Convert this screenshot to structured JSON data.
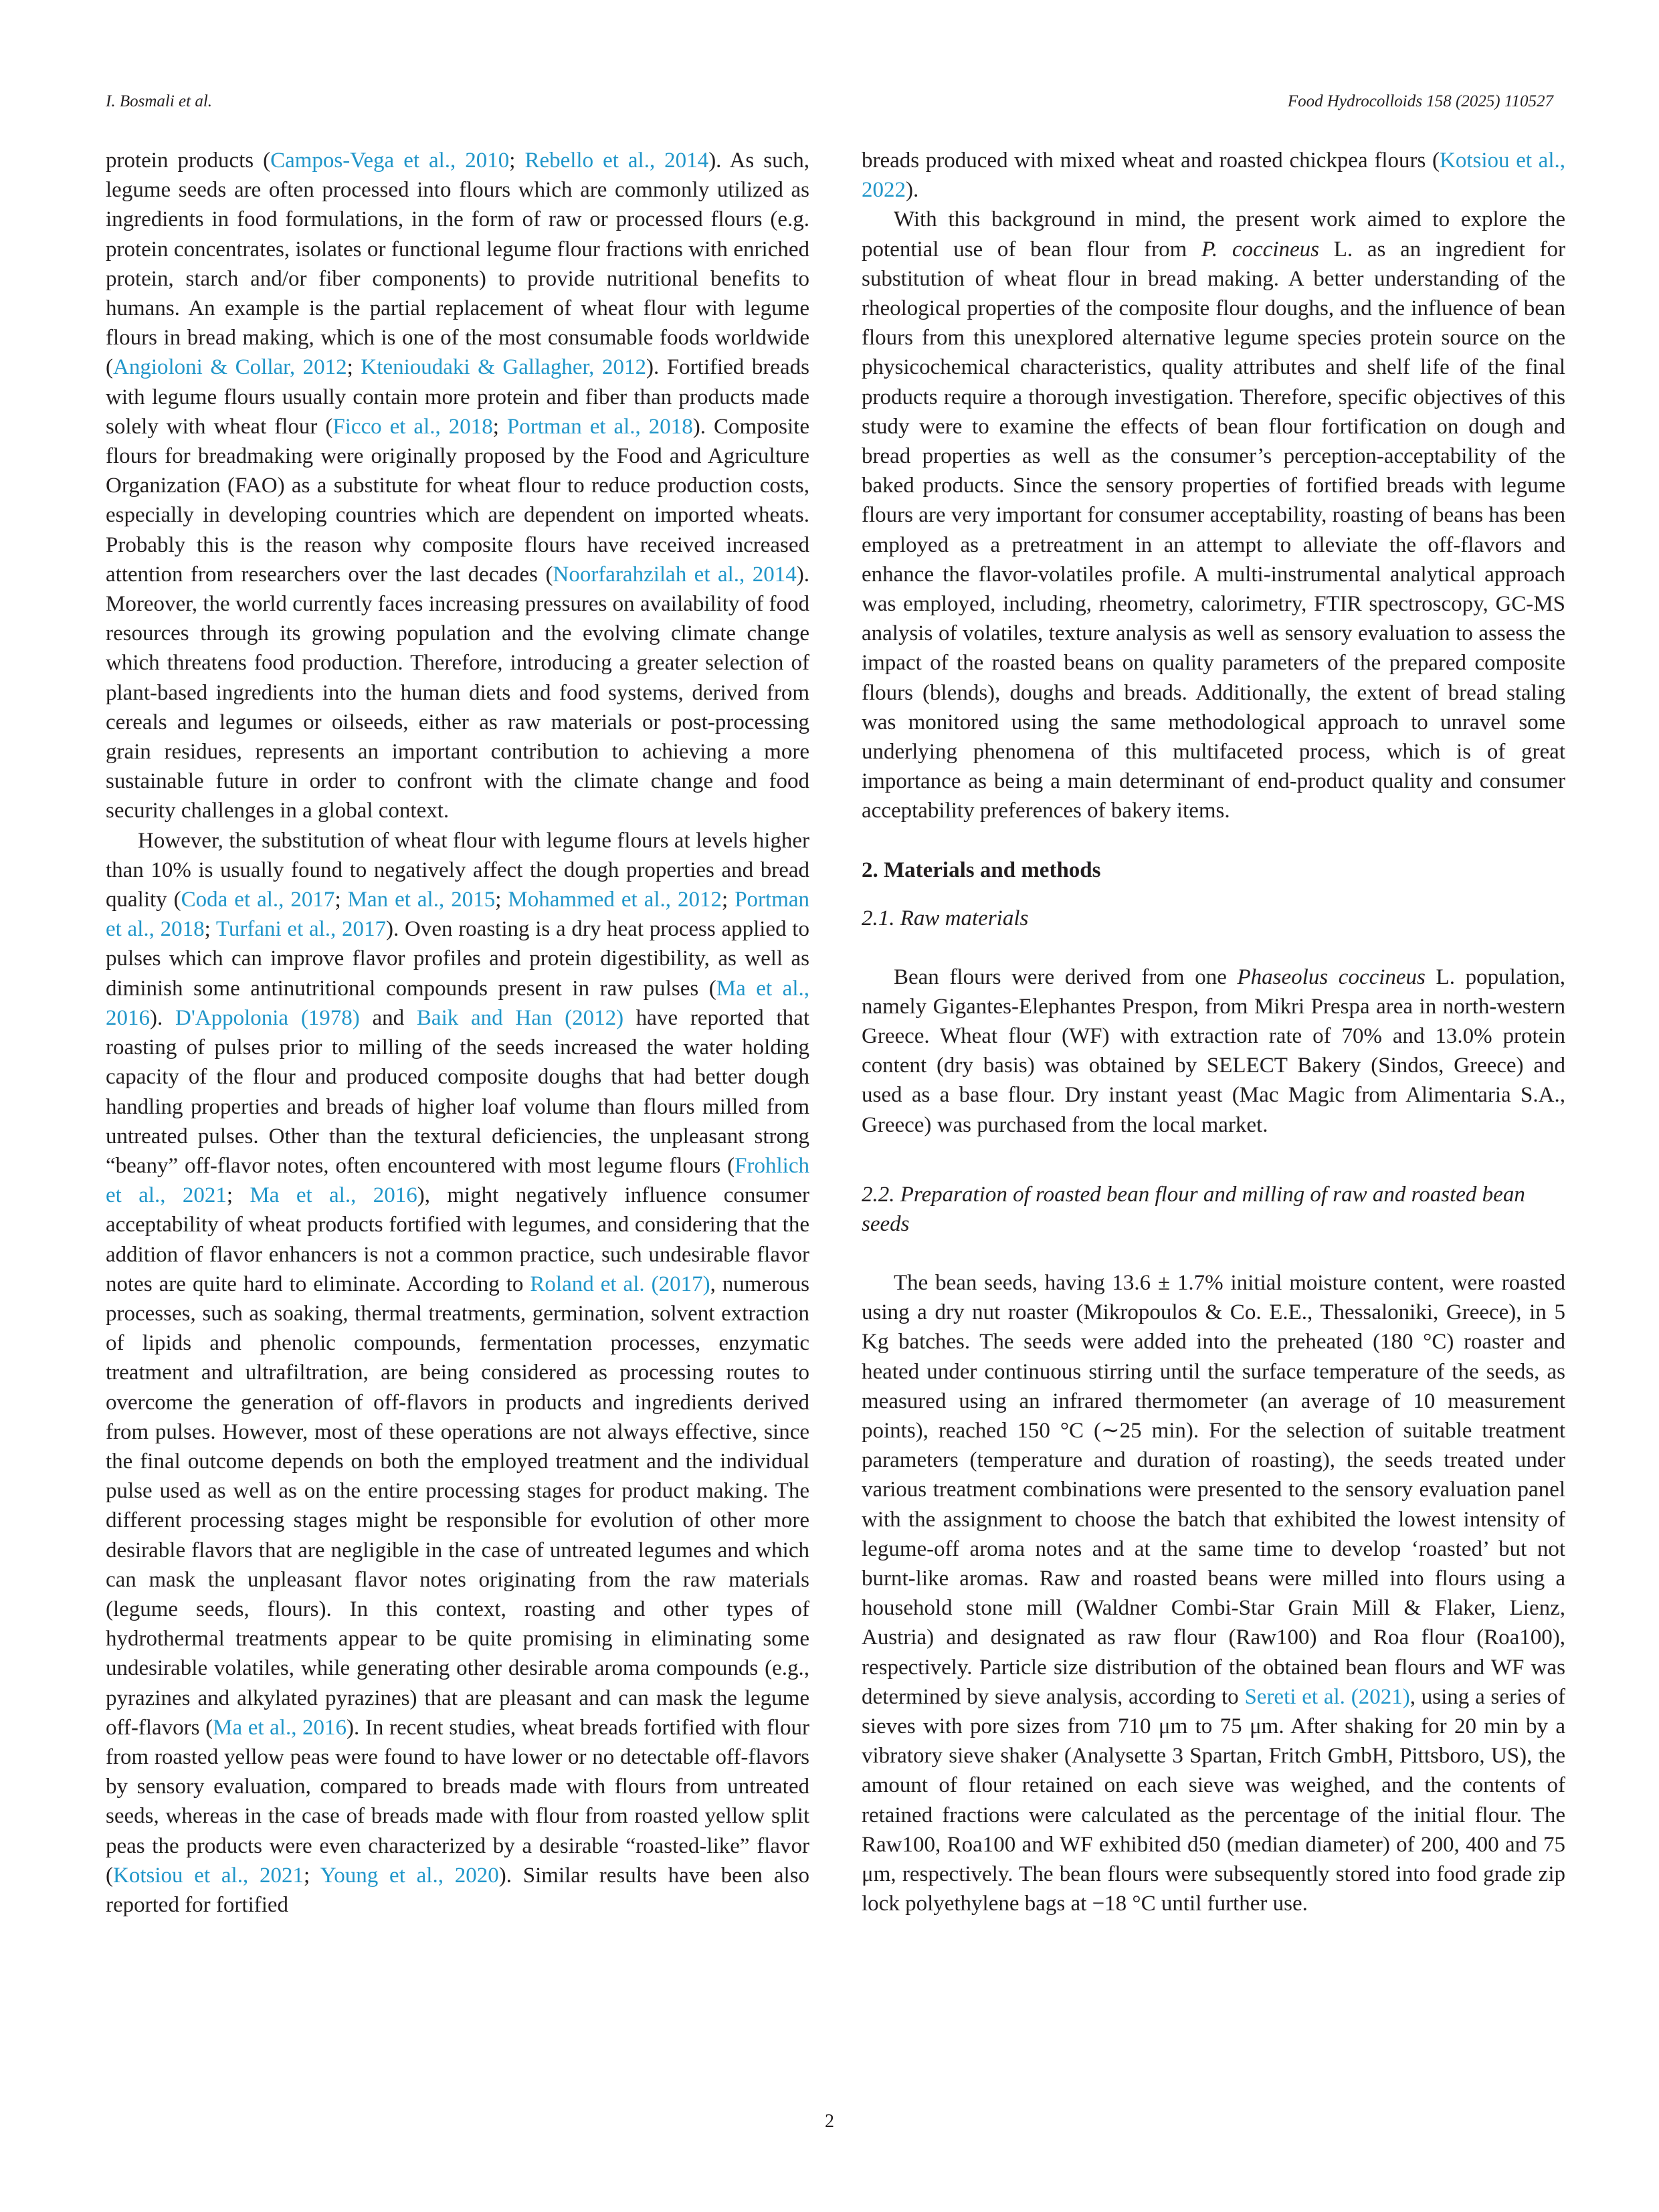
{
  "header": {
    "authors": "I. Bosmali et al.",
    "journal": "Food Hydrocolloids 158 (2025) 110527"
  },
  "left_column": {
    "p1": {
      "t1": "protein products (",
      "c1": "Campos-Vega et al., 2010",
      "t2": "; ",
      "c2": "Rebello et al., 2014",
      "t3": "). As such, legume seeds are often processed into flours which are commonly utilized as ingredients in food formulations, in the form of raw or processed flours (e.g. protein concentrates, isolates or functional legume flour fractions with enriched protein, starch and/or fiber components) to provide nutritional benefits to humans. An example is the partial replacement of wheat flour with legume flours in bread making, which is one of the most consumable foods worldwide (",
      "c3": "Angioloni & Collar, 2012",
      "t4": "; ",
      "c4": "Ktenioudaki & Gallagher, 2012",
      "t5": "). Fortified breads with legume flours usually contain more protein and fiber than products made solely with wheat flour (",
      "c5": "Ficco et al., 2018",
      "t6": "; ",
      "c6": "Portman et al., 2018",
      "t7": "). Composite flours for breadmaking were originally proposed by the Food and Agriculture Organization (FAO) as a substitute for wheat flour to reduce production costs, especially in developing countries which are dependent on imported wheats. Probably this is the reason why composite flours have received increased attention from researchers over the last decades (",
      "c7": "Noorfarahzilah et al., 2014",
      "t8": "). Moreover, the world currently faces increasing pressures on availability of food resources through its growing population and the evolving climate change which threatens food production. Therefore, introducing a greater selection of plant-based ingredients into the human diets and food systems, derived from cereals and legumes or oilseeds, either as raw materials or post-processing grain residues, represents an important contribution to achieving a more sustainable future in order to confront with the climate change and food security challenges in a global context."
    },
    "p2": {
      "t1": "However, the substitution of wheat flour with legume flours at levels higher than 10% is usually found to negatively affect the dough properties and bread quality (",
      "c1": "Coda et al., 2017",
      "t2": "; ",
      "c2": "Man et al., 2015",
      "t3": "; ",
      "c3": "Mohammed et al., 2012",
      "t4": "; ",
      "c4": "Portman et al., 2018",
      "t5": "; ",
      "c5": "Turfani et al., 2017",
      "t6": "). Oven roasting is a dry heat process applied to pulses which can improve flavor profiles and protein digestibility, as well as diminish some antinutritional compounds present in raw pulses (",
      "c6": "Ma et al., 2016",
      "t7": "). ",
      "c7": "D'Appolonia (1978)",
      "t8": " and ",
      "c8": "Baik and Han (2012)",
      "t9": " have reported that roasting of pulses prior to milling of the seeds increased the water holding capacity of the flour and produced composite doughs that had better dough handling properties and breads of higher loaf volume than flours milled from untreated pulses. Other than the textural deficiencies, the unpleasant strong “beany” off-flavor notes, often encountered with most legume flours (",
      "c9": "Frohlich et al., 2021",
      "t10": "; ",
      "c10": "Ma et al., 2016",
      "t11": "), might negatively influence consumer acceptability of wheat products fortified with legumes, and considering that the addition of flavor enhancers is not a common practice, such undesirable flavor notes are quite hard to eliminate. According to ",
      "c11": "Roland et al. (2017)",
      "t12": ", numerous processes, such as soaking, thermal treatments, germination, solvent extraction of lipids and phenolic compounds, fermentation processes, enzymatic treatment and ultrafiltration, are being considered as processing routes to overcome the generation of off-flavors in products and ingredients derived from pulses. However, most of these operations are not always effective, since the final outcome depends on both the employed treatment and the individual pulse used as well as on the entire processing stages for product making. The different processing stages might be responsible for evolution of other more desirable flavors that are negligible in the case of untreated legumes and which can mask the unpleasant flavor notes originating from the raw materials (legume seeds, flours). In this context, roasting and other types of hydrothermal treatments appear to be quite promising in eliminating some undesirable volatiles, while generating other desirable aroma compounds (e.g., pyrazines and alkylated pyrazines) that are pleasant and can mask the legume off-flavors (",
      "c12": "Ma et al., 2016",
      "t13": "). In recent studies, wheat breads fortified with flour from roasted yellow peas were found to have lower or no detectable off-flavors by sensory evaluation, compared to breads made with flours from untreated seeds, whereas in the case of breads made with flour from roasted yellow split peas the products were even characterized by a desirable “roasted-like” flavor (",
      "c13": "Kotsiou et al., 2021",
      "t14": "; ",
      "c14": "Young et al., 2020",
      "t15": "). Similar results have been also reported for fortified"
    }
  },
  "right_column": {
    "p1": {
      "t1": "breads produced with mixed wheat and roasted chickpea flours (",
      "c1": "Kotsiou et al., 2022",
      "t2": ")."
    },
    "p2": {
      "t1": "With this background in mind, the present work aimed to explore the potential use of bean flour from ",
      "i1": "P. coccineus",
      "t2": " L. as an ingredient for substitution of wheat flour in bread making. A better understanding of the rheological properties of the composite flour doughs, and the influence of bean flours from this unexplored alternative legume species protein source on the physicochemical characteristics, quality attributes and shelf life of the final products require a thorough investigation. Therefore, specific objectives of this study were to examine the effects of bean flour fortification on dough and bread properties as well as the consumer’s perception-acceptability of the baked products. Since the sensory properties of fortified breads with legume flours are very important for consumer acceptability, roasting of beans has been employed as a pretreatment in an attempt to alleviate the off-flavors and enhance the flavor-volatiles profile. A multi-instrumental analytical approach was employed, including, rheometry, calorimetry, FTIR spectroscopy, GC-MS analysis of volatiles, texture analysis as well as sensory evaluation to assess the impact of the roasted beans on quality parameters of the prepared composite flours (blends), doughs and breads. Additionally, the extent of bread staling was monitored using the same methodological approach to unravel some underlying phenomena of this multifaceted process, which is of great importance as being a main determinant of end-product quality and consumer acceptability preferences of bakery items."
    },
    "section2": "2.  Materials and methods",
    "sub21": "2.1.  Raw materials",
    "p3": {
      "t1": "Bean flours were derived from one ",
      "i1": "Phaseolus coccineus",
      "t2": " L. population, namely Gigantes-Elephantes Prespon, from Mikri Prespa area in north-western Greece. Wheat flour (WF) with extraction rate of 70% and 13.0% protein content (dry basis) was obtained by SELECT Bakery (Sindos, Greece) and used as a base flour. Dry instant yeast (Mac Magic from Alimentaria S.A., Greece) was purchased from the local market."
    },
    "sub22": "2.2.  Preparation of roasted bean flour and milling of raw and roasted bean seeds",
    "p4": {
      "t1": "The bean seeds, having 13.6 ± 1.7% initial moisture content, were roasted using a dry nut roaster (Mikropoulos & Co. E.E., Thessaloniki, Greece), in 5 Kg batches. The seeds were added into the preheated (180 °C) roaster and heated under continuous stirring until the surface temperature of the seeds, as measured using an infrared thermometer (an average of 10 measurement points), reached 150 °C (∼25 min). For the selection of suitable treatment parameters (temperature and duration of roasting), the seeds treated under various treatment combinations were presented to the sensory evaluation panel with the assignment to choose the batch that exhibited the lowest intensity of legume-off aroma notes and at the same time to develop ‘roasted’ but not burnt-like aromas. Raw and roasted beans were milled into flours using a household stone mill (Waldner Combi-Star Grain Mill & Flaker, Lienz, Austria) and designated as raw flour (Raw100) and Roa flour (Roa100), respectively. Particle size distribution of the obtained bean flours and WF was determined by sieve analysis, according to ",
      "c1": "Sereti et al. (2021)",
      "t2": ", using a series of sieves with pore sizes from 710 μm to 75 μm. After shaking for 20 min by a vibratory sieve shaker (Analysette 3 Spartan, Fritch GmbH, Pittsboro, US), the amount of flour retained on each sieve was weighed, and the contents of retained fractions were calculated as the percentage of the initial flour. The Raw100, Roa100 and WF exhibited d50 (median diameter) of 200, 400 and 75 μm, respectively. The bean flours were subsequently stored into food grade zip lock polyethylene bags at −18 °C until further use."
    }
  },
  "footer": {
    "page_number": "2"
  }
}
